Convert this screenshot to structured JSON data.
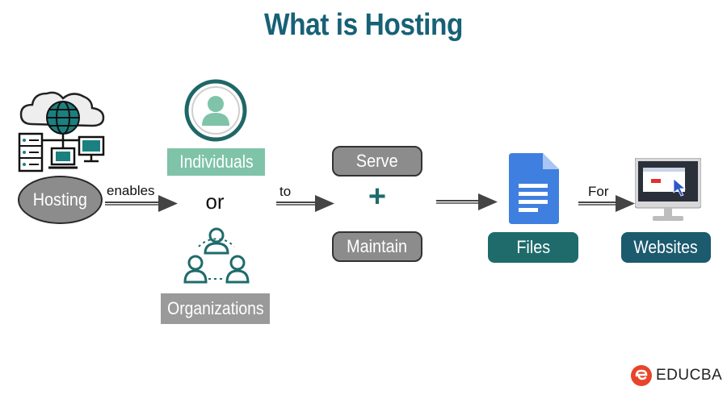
{
  "title": "What is Hosting",
  "nodes": {
    "hosting": "Hosting",
    "individuals": "Individuals",
    "or": "or",
    "organizations": "Organizations",
    "serve": "Serve",
    "plus": "+",
    "maintain": "Maintain",
    "files": "Files",
    "websites": "Websites"
  },
  "edges": {
    "enables": "enables",
    "to": "to",
    "for": "For"
  },
  "branding": {
    "logo_text": "EDUCBA"
  },
  "icons": [
    "cloud-network-icon",
    "person-icon",
    "group-icon",
    "document-icon",
    "monitor-icon",
    "educba-logo-icon"
  ],
  "colors": {
    "title": "#176176",
    "hosting_fill": "#8c8c8c",
    "individuals_fill": "#7fc3a8",
    "organizations_fill": "#9a9a9a",
    "action_fill": "#8c8c8c",
    "files_fill": "#1f6b6b",
    "websites_fill": "#1c5a6e",
    "accent_teal": "#1b8080"
  }
}
